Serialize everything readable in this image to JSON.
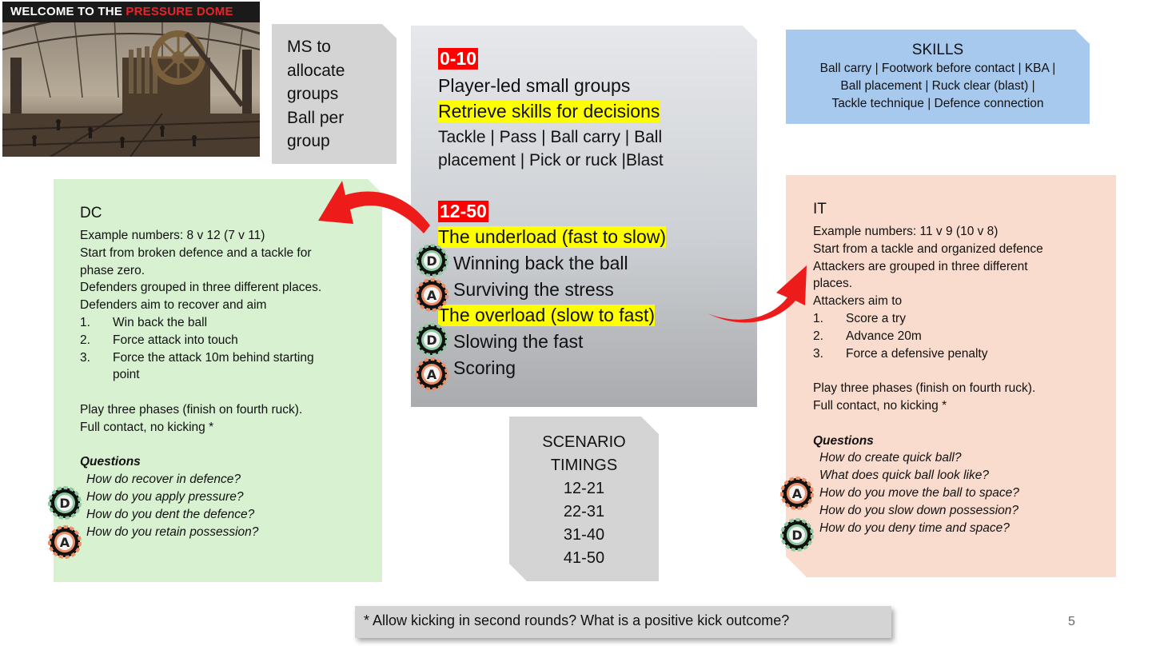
{
  "banner": {
    "title_white": "WELCOME TO THE ",
    "title_red": "PRESSURE DOME"
  },
  "ms_box": {
    "lines": [
      "MS to",
      "allocate",
      "groups",
      "Ball per",
      "group"
    ]
  },
  "center": {
    "section1": {
      "badge": "0-10",
      "line1": "Player-led small groups",
      "highlight": "Retrieve skills for decisions",
      "line3": "Tackle  |  Pass  |  Ball carry  |  Ball",
      "line4": "placement  |  Pick or ruck  |Blast"
    },
    "section2": {
      "badge": "12-50",
      "underload": "The underload (fast to slow)",
      "item1": "Winning back the ball",
      "item2": "Surviving the stress",
      "overload": "The overload (slow to fast)",
      "item3": "Slowing the fast",
      "item4": "Scoring"
    }
  },
  "skills": {
    "title": "SKILLS",
    "line1": "Ball carry | Footwork before contact | KBA |",
    "line2": "Ball placement | Ruck clear (blast) |",
    "line3": "Tackle technique | Defence connection"
  },
  "dc": {
    "title": "DC",
    "lines": [
      "Example numbers: 8 v 12 (7 v 11)",
      "Start from broken defence and a tackle for",
      "phase zero.",
      "Defenders grouped in three different places.",
      "Defenders aim to recover and  aim"
    ],
    "list": [
      {
        "n": "1.",
        "t": "Win back the ball"
      },
      {
        "n": "2.",
        "t": "Force attack into touch"
      },
      {
        "n": "3.",
        "t": "Force the attack 10m behind starting"
      }
    ],
    "list_cont": "point",
    "play": "Play three phases (finish on fourth ruck).",
    "contact": "Full contact, no kicking *",
    "questions_title": "Questions",
    "questions": [
      "How do recover in defence?",
      "How do you apply pressure?",
      "How do you dent the defence?",
      "How do you retain possession?"
    ]
  },
  "it": {
    "title": "IT",
    "lines": [
      "Example numbers:  11 v 9 (10 v 8)",
      "Start from a tackle and organized defence",
      "Attackers are grouped in three different",
      "places.",
      "Attackers aim to"
    ],
    "list": [
      {
        "n": "1.",
        "t": "Score a try"
      },
      {
        "n": "2.",
        "t": "Advance 20m"
      },
      {
        "n": "3.",
        "t": "Force a defensive penalty"
      }
    ],
    "play": "Play three phases (finish on fourth ruck).",
    "contact": "Full contact, no kicking *",
    "questions_title": "Questions",
    "questions": [
      "How do create quick ball?",
      "What does quick ball look like?",
      "How do you move the ball to space?",
      "How do you slow down possession?",
      "How do you deny time and space?"
    ]
  },
  "scenario": {
    "lines": [
      "SCENARIO",
      "TIMINGS",
      "12-21",
      "22-31",
      "31-40",
      "41-50"
    ]
  },
  "footer": {
    "text": "* Allow kicking in second rounds? What is a positive kick outcome?"
  },
  "page_number": "5",
  "badges": {
    "defence_letter": "D",
    "attack_letter": "A"
  },
  "colors": {
    "defence_badge": "#8fc9a0",
    "attack_badge": "#ec8f68",
    "highlight_red": "#ff0000",
    "highlight_yellow": "#ffff00",
    "arrow_red": "#ee1b1b"
  }
}
